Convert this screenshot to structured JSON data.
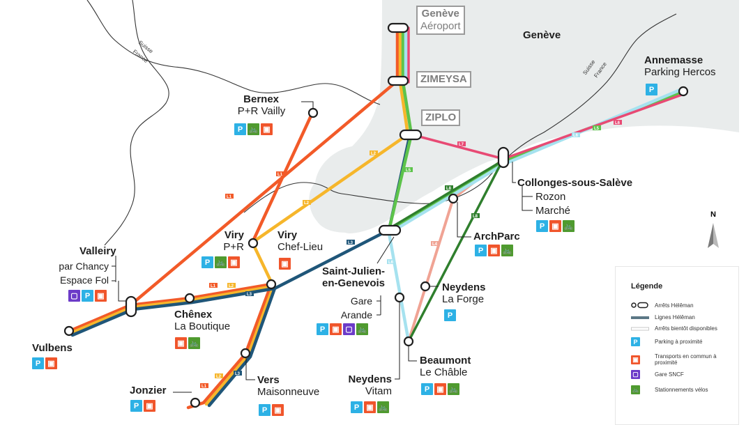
{
  "map": {
    "region_label": "Genève",
    "border_labels": {
      "suisse": "Suisse",
      "france": "France"
    },
    "north_label": "N",
    "colors": {
      "water": "#e9ecec",
      "L1": "#f25a28",
      "L2": "#f6b62b",
      "L3": "#1f5679",
      "L4": "#f0a394",
      "L5": "#5dc34b",
      "L6": "#a6e2ef",
      "L7": "#e84a74",
      "L8": "#2f7f2d"
    },
    "line_badges": [
      "L1",
      "L2",
      "L3",
      "L4",
      "L5",
      "L6",
      "L7",
      "L8"
    ]
  },
  "zones": [
    {
      "id": "geneve-aeroport",
      "lines": [
        "Genève",
        "Aéroport"
      ]
    },
    {
      "id": "zimeysa",
      "lines": [
        "ZIMEYSA"
      ]
    },
    {
      "id": "ziplo",
      "lines": [
        "ZIPLO"
      ]
    }
  ],
  "stations": {
    "annemasse": {
      "name": "Annemasse",
      "sub": "Parking Hercos",
      "icons": [
        "parking-icon"
      ]
    },
    "bernex": {
      "name": "Bernex",
      "sub": "P+R Vailly",
      "icons": [
        "parking-icon",
        "bike-icon",
        "bus-icon"
      ]
    },
    "collonges": {
      "name": "Collonges-sous-Salève",
      "branches": [
        "Rozon",
        "Marché"
      ],
      "icons": [
        "parking-icon",
        "bus-icon",
        "bike-icon"
      ]
    },
    "archparc": {
      "name": "ArchParc",
      "icons": [
        "parking-icon",
        "bus-icon",
        "bike-icon"
      ]
    },
    "viry_pr": {
      "name": "Viry",
      "sub": "P+R",
      "icons": [
        "parking-icon",
        "bike-icon",
        "bus-icon"
      ]
    },
    "viry_cl": {
      "name": "Viry",
      "sub": "Chef-Lieu",
      "icons": [
        "bus-icon"
      ]
    },
    "valleiry": {
      "name": "Valleiry",
      "branches": [
        "par Chancy",
        "Espace Fol"
      ],
      "icons": [
        "train-icon",
        "parking-icon",
        "bus-icon"
      ]
    },
    "saint_julien": {
      "name_line1": "Saint-Julien-",
      "name_line2": "en-Genevois",
      "branches": [
        "Gare",
        "Arande"
      ],
      "icons": [
        "parking-icon",
        "bus-icon",
        "train-icon",
        "bike-icon"
      ]
    },
    "neydens_forge": {
      "name": "Neydens",
      "sub": "La Forge",
      "icons": [
        "parking-icon"
      ]
    },
    "chenex": {
      "name": "Chênex",
      "sub": "La Boutique",
      "icons": [
        "bus-icon",
        "bike-icon"
      ]
    },
    "vulbens": {
      "name": "Vulbens",
      "icons": [
        "parking-icon",
        "bus-icon"
      ]
    },
    "beaumont": {
      "name": "Beaumont",
      "sub": "Le Châble",
      "icons": [
        "parking-icon",
        "bus-icon",
        "bike-icon"
      ]
    },
    "neydens_vitam": {
      "name": "Neydens",
      "sub": "Vitam",
      "icons": [
        "parking-icon",
        "bus-icon",
        "bike-icon"
      ]
    },
    "vers": {
      "name": "Vers",
      "sub": "Maisonneuve",
      "icons": [
        "parking-icon",
        "bus-icon"
      ]
    },
    "jonzier": {
      "name": "Jonzier",
      "icons": [
        "parking-icon",
        "bus-icon"
      ]
    }
  },
  "legend": {
    "title": "Légende",
    "items": [
      {
        "icon": "stop-icon",
        "label": "Arrêts Hélêman"
      },
      {
        "icon": "line-icon",
        "label": "Lignes Hélêman"
      },
      {
        "icon": "future-stop-icon",
        "label": "Arrêts bientôt disponibles"
      },
      {
        "icon": "parking-icon",
        "label": "Parking à proximité"
      },
      {
        "icon": "bus-icon",
        "label": "Transports en commun à proximité"
      },
      {
        "icon": "train-icon",
        "label": "Gare SNCF"
      },
      {
        "icon": "bike-icon",
        "label": "Stationnements vélos"
      }
    ]
  }
}
